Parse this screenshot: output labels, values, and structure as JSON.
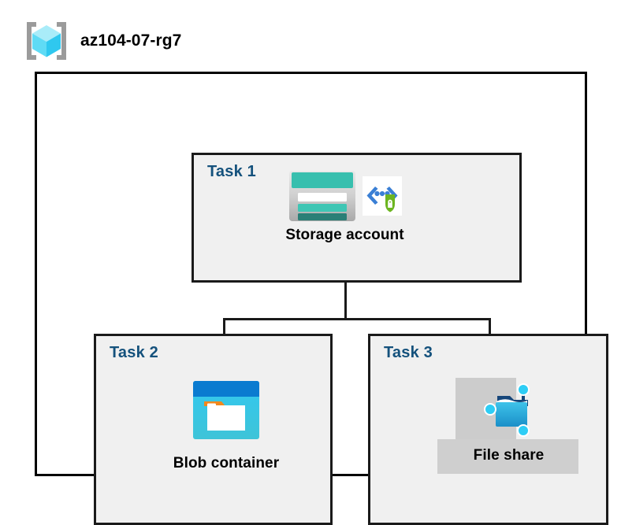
{
  "header": {
    "icon": "resource-group-icon",
    "title": "az104-07-rg7"
  },
  "container": {
    "name": "resource-group-container"
  },
  "tasks": [
    {
      "label": "Task 1",
      "node": {
        "caption": "Storage account",
        "icon": "storage-account-icon",
        "secondary_icon": "secure-endpoint-icon",
        "highlighted": false
      }
    },
    {
      "label": "Task 2",
      "node": {
        "caption": "Blob container",
        "icon": "blob-container-icon",
        "highlighted": false
      }
    },
    {
      "label": "Task 3",
      "node": {
        "caption": "File share",
        "icon": "file-share-icon",
        "highlighted": true
      }
    }
  ],
  "colors": {
    "task_label": "#14517c",
    "box_border": "#1a1a1a",
    "box_fill": "#f0f0f0",
    "canvas": "#ffffff",
    "highlight_plate": "#cfcfcf",
    "storage_teal": "#37bfae",
    "storage_teal_dark": "#1f7a70",
    "blob_blue": "#0078d4",
    "blob_cyan": "#32c8e8",
    "blob_orange": "#f08a24",
    "share_blue": "#32b5e5",
    "share_node_cyan": "#32cdf0",
    "endpoint_green": "#59a616",
    "endpoint_blue": "#3a7fd5",
    "cube_cyan": "#7fe3f5",
    "bracket_gray": "#9b9b9b"
  },
  "connectors": [
    {
      "name": "storage-to-branch-trunk"
    },
    {
      "name": "branch-horizontal-bar"
    },
    {
      "name": "branch-to-blob-drop"
    },
    {
      "name": "branch-to-fileshare-drop"
    }
  ]
}
